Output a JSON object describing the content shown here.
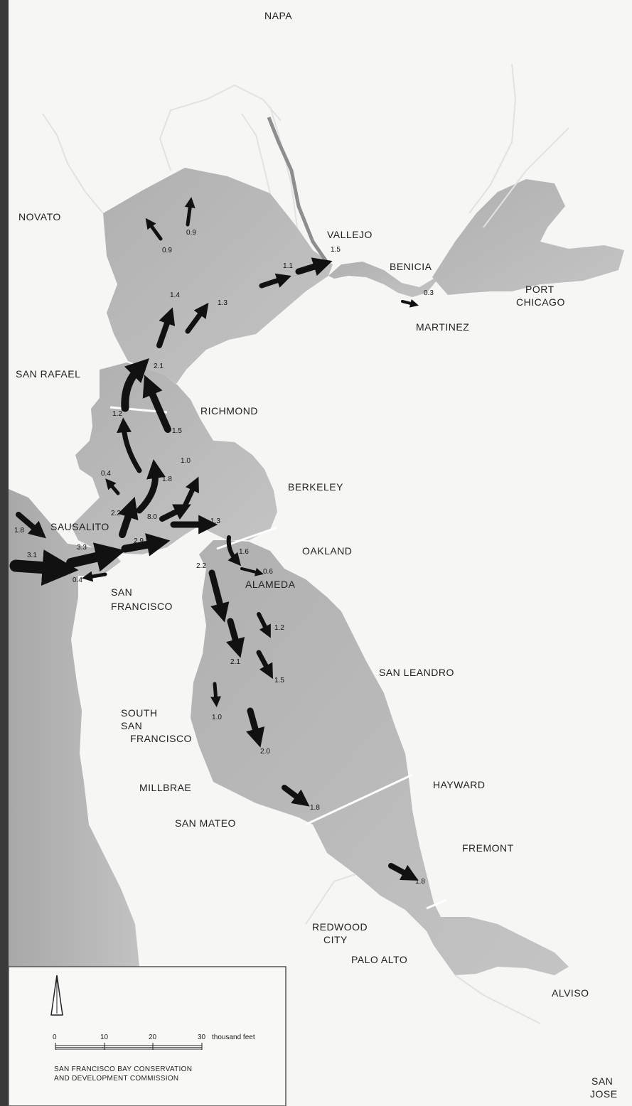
{
  "places": {
    "napa": "NAPA",
    "novato": "NOVATO",
    "vallejo": "VALLEJO",
    "benicia": "BENICIA",
    "port_chicago_1": "PORT",
    "port_chicago_2": "CHICAGO",
    "martinez": "MARTINEZ",
    "san_rafael": "SAN RAFAEL",
    "richmond": "RICHMOND",
    "berkeley": "BERKELEY",
    "sausalito": "SAUSALITO",
    "oakland": "OAKLAND",
    "alameda": "ALAMEDA",
    "san_francisco_1": "SAN",
    "san_francisco_2": "FRANCISCO",
    "san_leandro": "SAN LEANDRO",
    "south_sf_1": "SOUTH",
    "south_sf_2": "SAN",
    "south_sf_3": "FRANCISCO",
    "millbrae": "MILLBRAE",
    "hayward": "HAYWARD",
    "san_mateo": "SAN MATEO",
    "fremont": "FREMONT",
    "redwood_city_1": "REDWOOD",
    "redwood_city_2": "CITY",
    "palo_alto": "PALO ALTO",
    "alviso": "ALVISO",
    "san_jose_1": "SAN",
    "san_jose_2": "JOSE"
  },
  "speeds": {
    "s1": "0.9",
    "s2": "0.9",
    "s3": "1.5",
    "s4": "1.1",
    "s5": "0.3",
    "s6": "1.4",
    "s7": "1.3",
    "s8": "2.1",
    "s9": "1.2",
    "s10": "1.5",
    "s11": "1.0",
    "s12": "1.8",
    "s13": "0.4",
    "s14": "2.2",
    "s15": "8.0",
    "s16": "1.3",
    "s17": "1.8",
    "s18": "3.1",
    "s19": "3.3",
    "s20": "2.9",
    "s21": "0.4",
    "s22": "1.6",
    "s23": "0.6",
    "s24": "2.2",
    "s25": "1.2",
    "s26": "2.1",
    "s27": "1.5",
    "s28": "1.0",
    "s29": "2.0",
    "s30": "1.8",
    "s31": "1.8"
  },
  "scale": {
    "t0": "0",
    "t10": "10",
    "t20": "20",
    "t30": "30",
    "unit": "thousand feet"
  },
  "credit": {
    "line1": "SAN FRANCISCO BAY CONSERVATION",
    "line2": "AND DEVELOPMENT COMMISSION"
  },
  "colors": {
    "water": "#b4b4b4",
    "land": "#f6f6f4",
    "arrow": "#111111"
  },
  "icons": {
    "north_arrow": "north-arrow-icon",
    "flow_arrow": "current-arrow-icon"
  }
}
